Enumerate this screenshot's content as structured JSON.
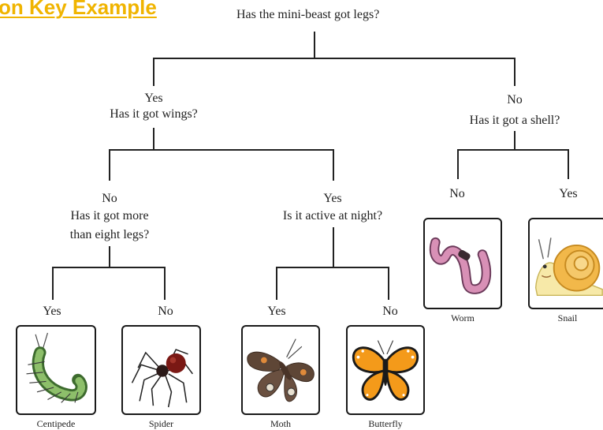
{
  "heading": "on Key Example",
  "root": {
    "question": "Has the mini-beast got legs?"
  },
  "left_branch": {
    "answer": "Yes",
    "question": "Has it got wings?"
  },
  "right_branch": {
    "answer": "No",
    "question": "Has it got a shell?"
  },
  "no_wings": {
    "answer": "No",
    "question_line1": "Has it got more",
    "question_line2": "than eight legs?"
  },
  "wings": {
    "answer": "Yes",
    "question": "Is it active at night?"
  },
  "leaves": {
    "centipede": {
      "answer": "Yes",
      "caption": "Centipede"
    },
    "spider": {
      "answer": "No",
      "caption": "Spider"
    },
    "moth": {
      "answer": "Yes",
      "caption": "Moth"
    },
    "butterfly": {
      "answer": "No",
      "caption": "Butterfly"
    },
    "worm": {
      "answer": "No",
      "caption": "Worm"
    },
    "snail": {
      "answer": "Yes",
      "caption": "Snail"
    }
  },
  "colors": {
    "heading": "#f0b400",
    "lines": "#222222"
  },
  "icons": [
    "centipede-icon",
    "spider-icon",
    "moth-icon",
    "butterfly-icon",
    "worm-icon",
    "snail-icon"
  ]
}
